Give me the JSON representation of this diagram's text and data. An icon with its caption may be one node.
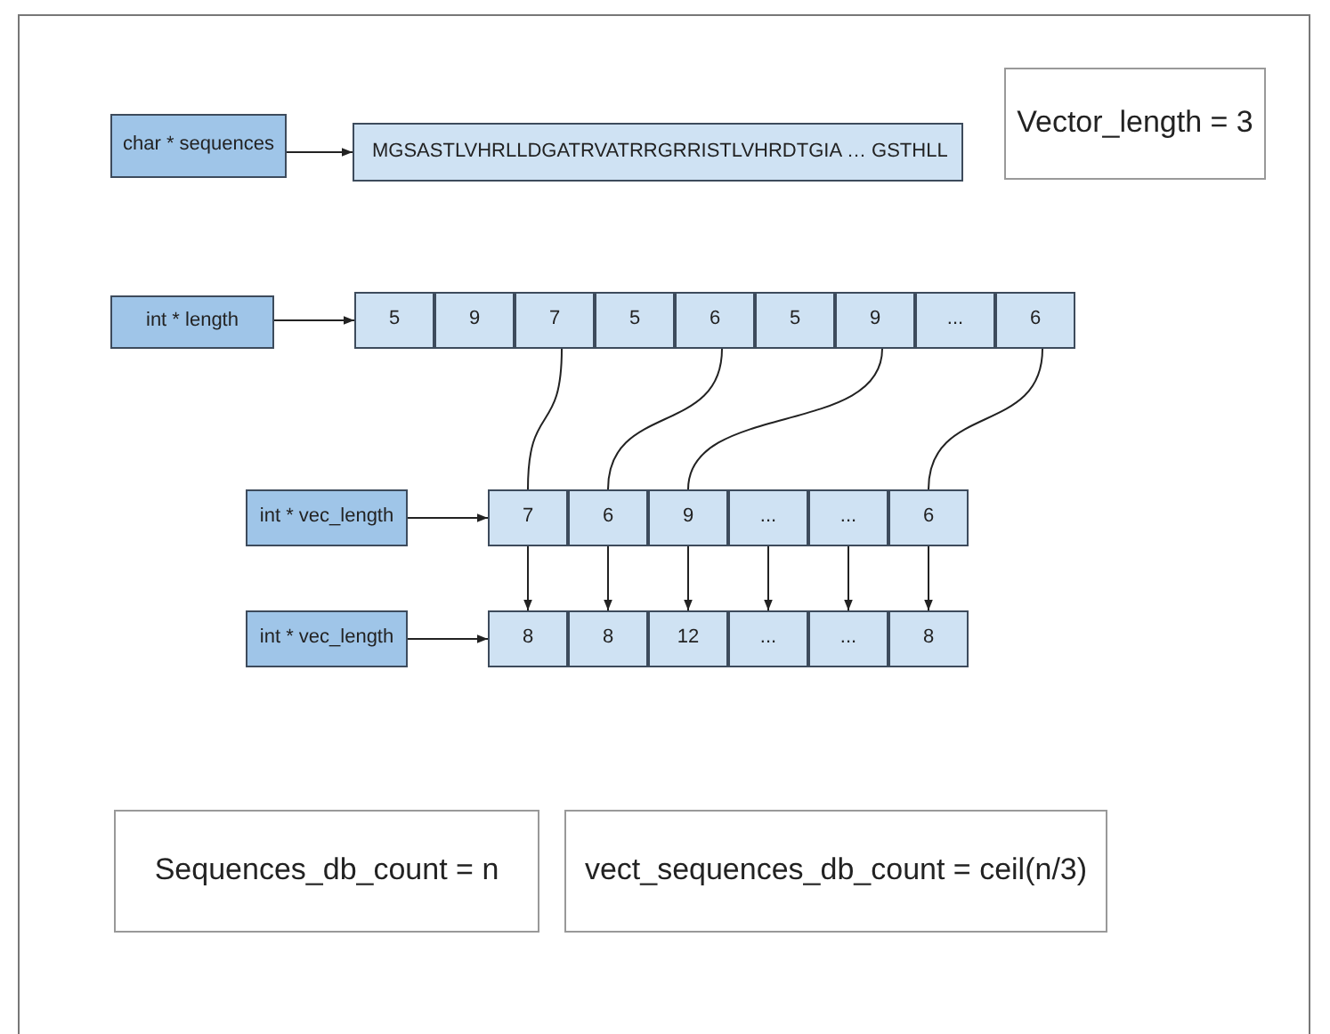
{
  "diagram": {
    "nodes": [
      {
        "text": [
          "char * sequences"
        ]
      },
      {
        "text": [
          "MGSASTLVHRLLDGATRVATRRGRRISTLVHRDTGIA … GSTHLL"
        ]
      },
      {
        "text": [
          "Vector_length = 3"
        ]
      },
      {
        "text": [
          "int * length"
        ]
      },
      {
        "text": [
          "5"
        ]
      },
      {
        "text": [
          "9"
        ]
      },
      {
        "text": [
          "7"
        ]
      },
      {
        "text": [
          "5"
        ]
      },
      {
        "text": [
          "6"
        ]
      },
      {
        "text": [
          "5"
        ]
      },
      {
        "text": [
          "9"
        ]
      },
      {
        "text": [
          "..."
        ]
      },
      {
        "text": [
          "6"
        ]
      },
      {
        "text": [
          "int * vec_length"
        ]
      },
      {
        "text": [
          "7"
        ]
      },
      {
        "text": [
          "6"
        ]
      },
      {
        "text": [
          "9"
        ]
      },
      {
        "text": [
          "..."
        ]
      },
      {
        "text": [
          "..."
        ]
      },
      {
        "text": [
          "6"
        ]
      },
      {
        "text": [
          "int * vec_length"
        ]
      },
      {
        "text": [
          "8"
        ]
      },
      {
        "text": [
          "8"
        ]
      },
      {
        "text": [
          "12"
        ]
      },
      {
        "text": [
          "..."
        ]
      },
      {
        "text": [
          "..."
        ]
      },
      {
        "text": [
          "8"
        ]
      },
      {
        "text": [
          "Sequences_db_count = n"
        ]
      },
      {
        "text": [
          "vect_sequences_db_count = ceil(n/3)"
        ]
      }
    ],
    "edges": [
      {
        "from": 0,
        "to": 1,
        "arrow": "to"
      },
      {
        "from": 3,
        "to": 4,
        "arrow": "to"
      },
      {
        "from": 6,
        "to": 14,
        "arrow": "none"
      },
      {
        "from": 8,
        "to": 15,
        "arrow": "none"
      },
      {
        "from": 10,
        "to": 16,
        "arrow": "none"
      },
      {
        "from": 12,
        "to": 19,
        "arrow": "none"
      },
      {
        "from": 13,
        "to": 14,
        "arrow": "to"
      },
      {
        "from": 20,
        "to": 21,
        "arrow": "to"
      },
      {
        "from": 14,
        "to": 21,
        "arrow": "to"
      },
      {
        "from": 15,
        "to": 22,
        "arrow": "to"
      },
      {
        "from": 16,
        "to": 23,
        "arrow": "to"
      },
      {
        "from": 17,
        "to": 24,
        "arrow": "to"
      },
      {
        "from": 18,
        "to": 25,
        "arrow": "to"
      },
      {
        "from": 19,
        "to": 26,
        "arrow": "to"
      }
    ]
  }
}
